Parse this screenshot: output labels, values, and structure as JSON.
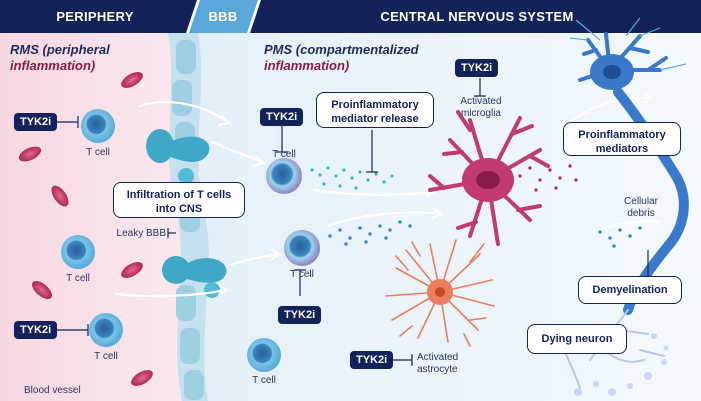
{
  "header": {
    "periphery": "PERIPHERY",
    "bbb": "BBB",
    "cns": "CENTRAL NERVOUS SYSTEM"
  },
  "rms": {
    "prefix": "RMS (peripheral",
    "accent": "inflammation)"
  },
  "pms": {
    "prefix": "PMS (compartmentalized",
    "accent": "inflammation)"
  },
  "tyk2i": "TYK2i",
  "boxes": {
    "infiltration": "Infiltration of T cells into CNS",
    "proinflammatory_release": "Proinflammatory mediator release",
    "proinflammatory_mediators": "Proinflammatory mediators",
    "demyelination": "Demyelination",
    "dying_neuron": "Dying neuron"
  },
  "labels": {
    "t_cell": "T cell",
    "leaky_bbb": "Leaky BBB",
    "blood_vessel": "Blood vessel",
    "activated_microglia": "Activated microglia",
    "activated_astrocyte": "Activated astrocyte",
    "cellular_debris": "Cellular debris"
  },
  "colors": {
    "header_dark": "#13235a",
    "header_light": "#4f9fd8",
    "periphery_bg": "#f8dde6",
    "cns_bg": "#e9f3fa",
    "accent_text": "#8a1d48",
    "microglia": "#c13a72",
    "astrocyte": "#ec7c5e",
    "neuron": "#3a78c9",
    "t_cell": "#3b9bc9",
    "red_cell": "#b4234d"
  }
}
